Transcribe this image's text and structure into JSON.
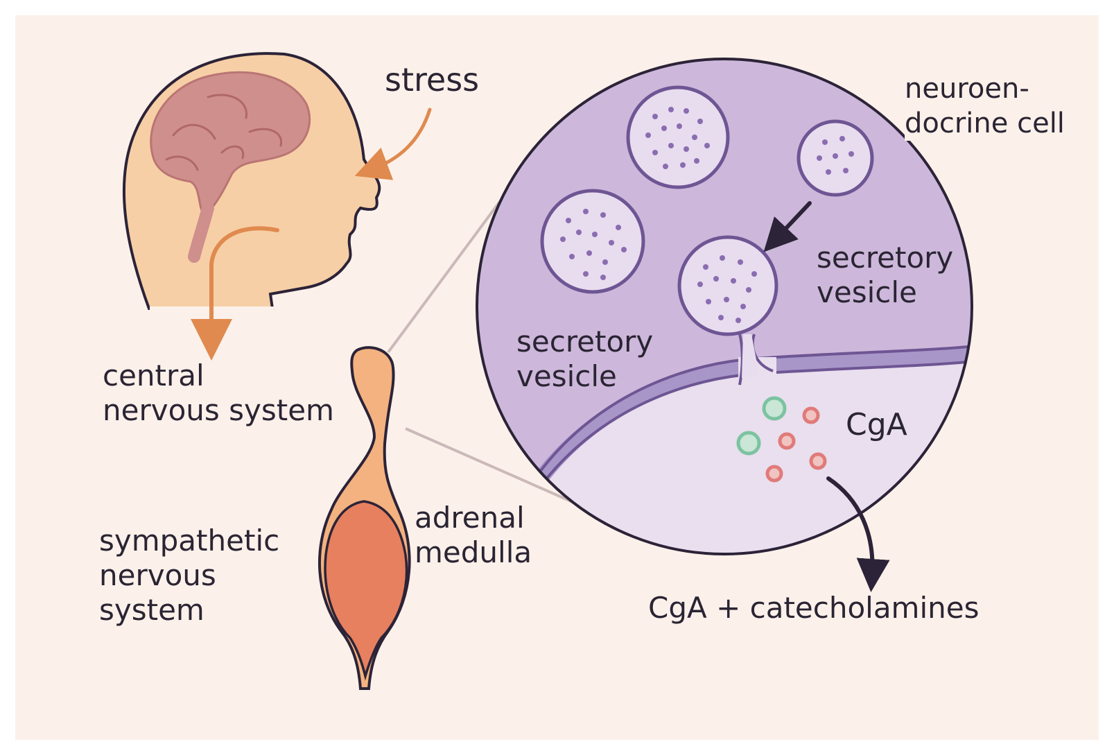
{
  "labels": {
    "stress": "stress",
    "cns": [
      "central",
      "nervous system"
    ],
    "sns": [
      "sympathetic",
      "nervous",
      "system"
    ],
    "adrenal": [
      "adrenal",
      "medulla"
    ],
    "neuro": [
      "neuroen-",
      "docrine cell"
    ],
    "vesicle_right": [
      "secretory",
      "vesicle"
    ],
    "vesicle_left": [
      "secretory",
      "vesicle"
    ],
    "cga": "CgA",
    "output": "CgA + catecholamines"
  },
  "colors": {
    "background": "#fbf1ea",
    "skin": "#f7cfa6",
    "brain": "#cf8f8d",
    "arrow_orange": "#e08a4f",
    "outline": "#2c2338",
    "cell_fill": "#cdb8db",
    "vesicle_fill": "#e8dcef",
    "vesicle_stroke": "#6e5593",
    "membrane": "#a896c9",
    "extracellular": "#e9dfee",
    "cga_green": "#7cc3a0",
    "cga_red": "#e07b7a",
    "gland_outer": "#f3b27f",
    "gland_inner": "#e6805f"
  }
}
